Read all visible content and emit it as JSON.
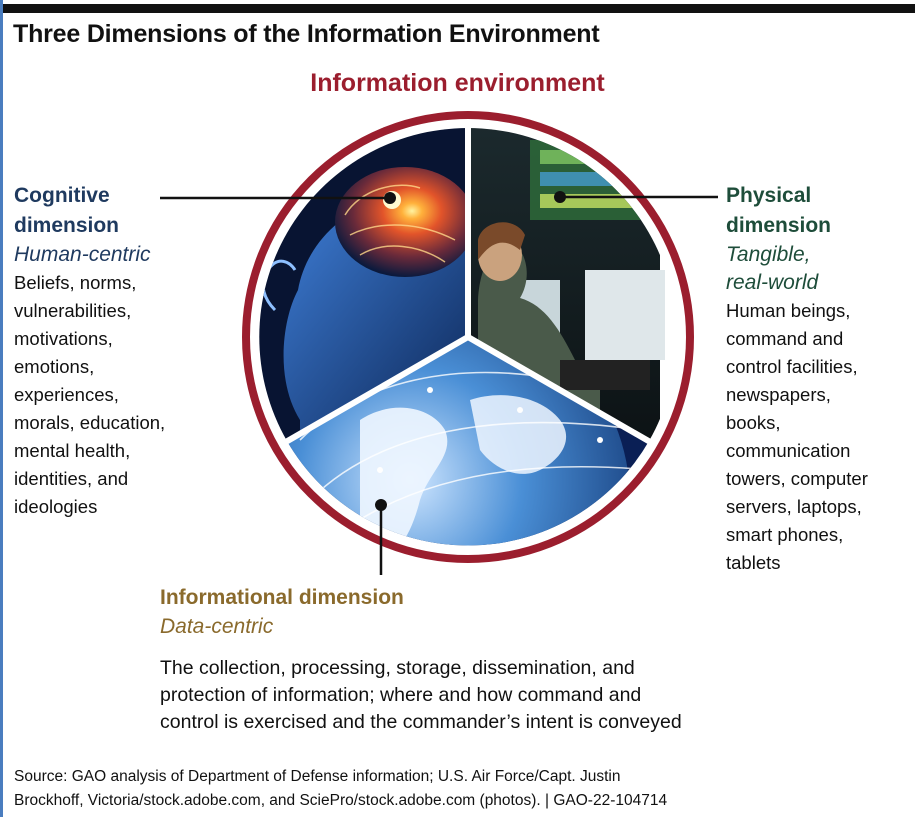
{
  "title": "Three Dimensions of the Information Environment",
  "environment_label": "Information environment",
  "colors": {
    "ring": "#9b1e2e",
    "cognitive": "#1f3a5f",
    "physical": "#1e4d3a",
    "informational": "#8a6a2c"
  },
  "dimensions": {
    "cognitive": {
      "name": "Cognitive\ndimension",
      "tagline": "Human-centric",
      "description": "Beliefs, norms,\nvulnerabilities,\nmotivations,\nemotions,\nexperiences,\nmorals, education,\nmental health,\nidentities, and\nideologies",
      "image": "brain-illustration"
    },
    "physical": {
      "name": "Physical\ndimension",
      "tagline": "Tangible,\nreal-world",
      "description": "Human beings,\ncommand and\ncontrol facilities,\nnewspapers,\nbooks,\ncommunication\ntowers, computer\nservers, laptops,\nsmart phones,\ntablets",
      "image": "operations-center-photo"
    },
    "informational": {
      "name": "Informational dimension",
      "tagline": "Data-centric",
      "description": "The collection, processing, storage, dissemination, and\nprotection of information; where and how command and\ncontrol is exercised and the commander’s intent is conveyed",
      "image": "network-globe-illustration"
    }
  },
  "source": "Source: GAO analysis of Department of Defense information; U.S. Air Force/Capt. Justin\nBrockhoff, Victoria/stock.adobe.com, and SciePro/stock.adobe.com (photos).  |  GAO-22-104714"
}
